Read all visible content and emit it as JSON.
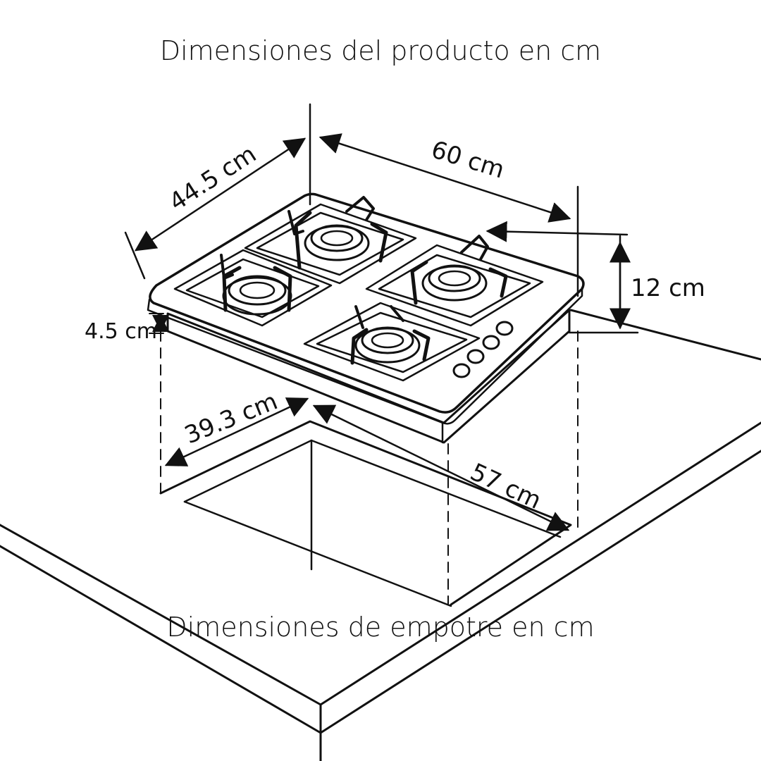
{
  "diagram": {
    "title_top": "Dimensiones del producto en cm",
    "title_bottom": "Dimensiones de empotre en cm",
    "product_dimensions": {
      "depth": "44.5 cm",
      "width": "60 cm",
      "height": "12 cm",
      "body_height": "4.5 cm"
    },
    "cutout_dimensions": {
      "depth": "39.3 cm",
      "width": "57 cm"
    }
  }
}
